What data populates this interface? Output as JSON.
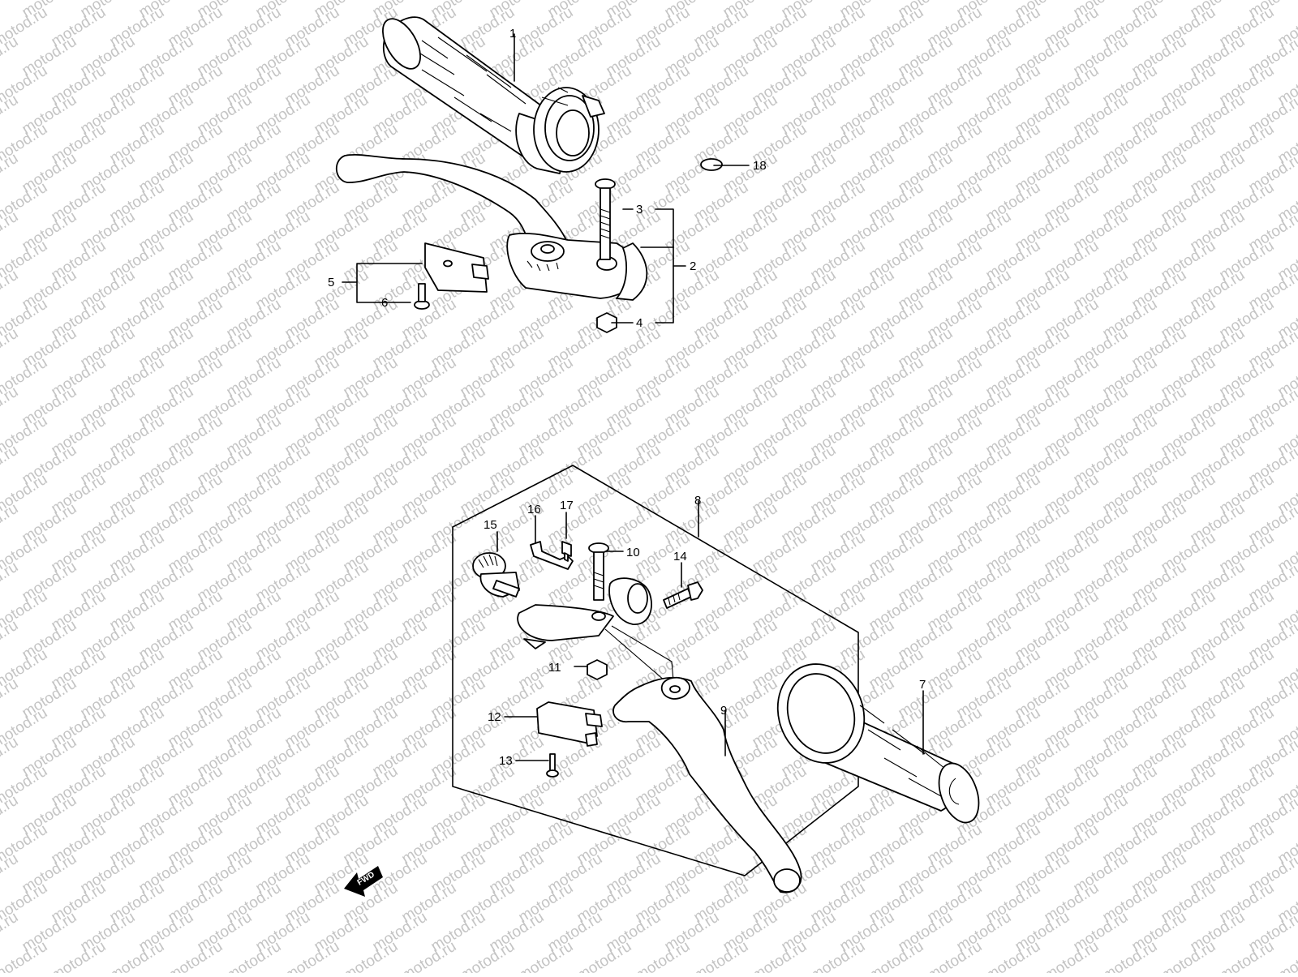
{
  "watermark": {
    "text": "motod.ru",
    "color": "#c4c4c4"
  },
  "callouts": [
    {
      "id": "1",
      "text": "1"
    },
    {
      "id": "2",
      "text": "2"
    },
    {
      "id": "3",
      "text": "3"
    },
    {
      "id": "4",
      "text": "4"
    },
    {
      "id": "5",
      "text": "5"
    },
    {
      "id": "6",
      "text": "6"
    },
    {
      "id": "7",
      "text": "7"
    },
    {
      "id": "8",
      "text": "8"
    },
    {
      "id": "9",
      "text": "9"
    },
    {
      "id": "10",
      "text": "10"
    },
    {
      "id": "11",
      "text": "11"
    },
    {
      "id": "12",
      "text": "12"
    },
    {
      "id": "13",
      "text": "13"
    },
    {
      "id": "14",
      "text": "14"
    },
    {
      "id": "15",
      "text": "15"
    },
    {
      "id": "16",
      "text": "16"
    },
    {
      "id": "17",
      "text": "17"
    },
    {
      "id": "18",
      "text": "18"
    }
  ],
  "direction_marker": {
    "text": "FWD",
    "icon": "forward-arrow-icon"
  }
}
